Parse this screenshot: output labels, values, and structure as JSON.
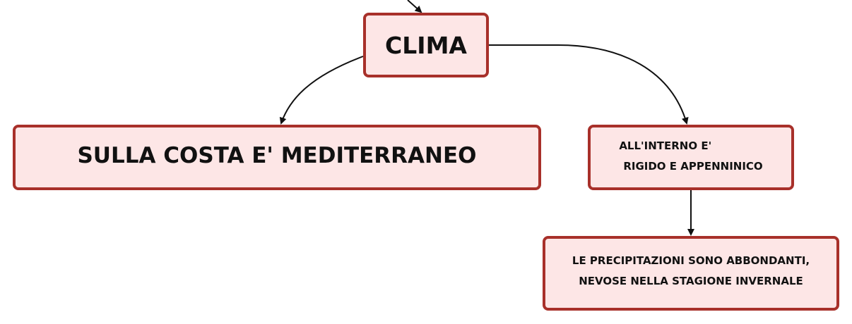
{
  "nodes": {
    "clima": {
      "label": "CLIMA"
    },
    "costa": {
      "label": "SULLA COSTA E' MEDITERRANEO"
    },
    "interno": {
      "line1": "ALL'INTERNO E'",
      "line2": "RIGIDO E APPENNINICO"
    },
    "precipitazioni": {
      "line1": "LE PRECIPITAZIONI SONO ABBONDANTI,",
      "line2": "NEVOSE NELLA STAGIONE INVERNALE"
    }
  },
  "colors": {
    "node_fill": "#fde6e6",
    "node_border": "#a8302a",
    "text": "#111111",
    "connector": "#111111"
  }
}
